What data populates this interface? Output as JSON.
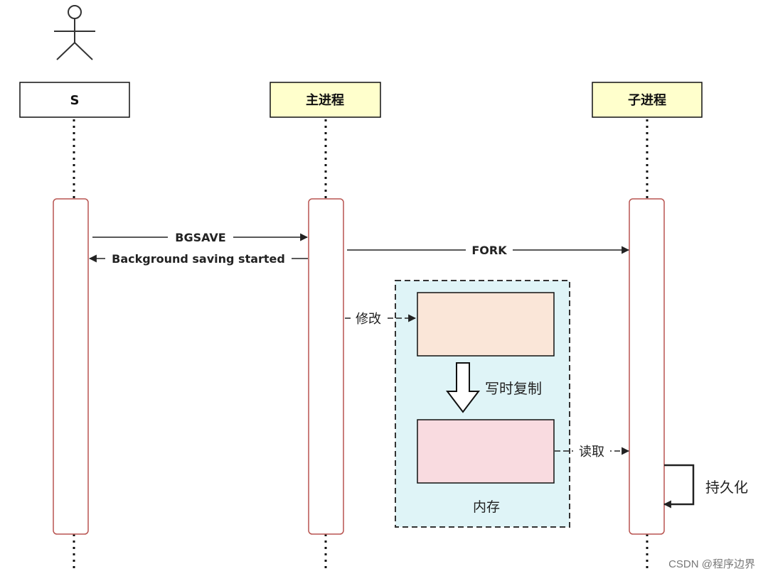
{
  "participants": {
    "s": {
      "label": "S",
      "fill": "#ffffff"
    },
    "main_process": {
      "label": "主进程",
      "fill": "#ffffcc"
    },
    "child_process": {
      "label": "子进程",
      "fill": "#ffffcc"
    }
  },
  "messages": {
    "bgsave": "BGSAVE",
    "bg_saving_started": "Background saving started",
    "fork": "FORK",
    "modify": "修改",
    "copy_on_write": "写时复制",
    "read": "读取",
    "persist": "持久化"
  },
  "memory": {
    "label": "内存"
  },
  "colors": {
    "activation_border": "#b85450",
    "memory_bg": "#dff4f7",
    "page_original": "#fae6d8",
    "page_copy": "#f9dbe0"
  },
  "watermark": "CSDN @程序边界"
}
